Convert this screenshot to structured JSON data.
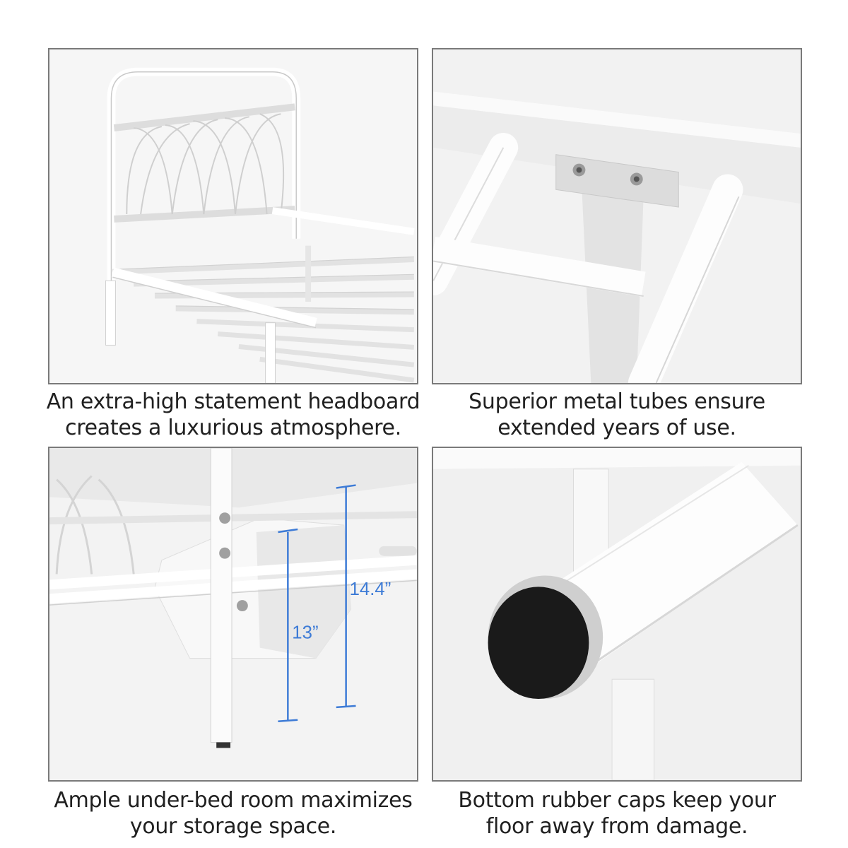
{
  "panels": [
    {
      "caption_line1": "An extra-high statement headboard",
      "caption_line2": "creates a luxurious atmosphere."
    },
    {
      "caption_line1": "Superior metal tubes ensure",
      "caption_line2": "extended years of use."
    },
    {
      "caption_line1": "Ample under-bed room maximizes",
      "caption_line2": "your storage space.",
      "measurements": {
        "short": "13”",
        "tall": "14.4”"
      }
    },
    {
      "caption_line1": "Bottom rubber caps keep your",
      "caption_line2": "floor away from damage."
    }
  ],
  "colors": {
    "frame": "#ffffff",
    "border": "#7a7a7a",
    "measure": "#3d7bd6",
    "cap": "#1a1a1a"
  },
  "icons": [
    "headboard-illustration",
    "tube-joint-illustration",
    "storage-bin-illustration",
    "rubber-cap-illustration"
  ]
}
